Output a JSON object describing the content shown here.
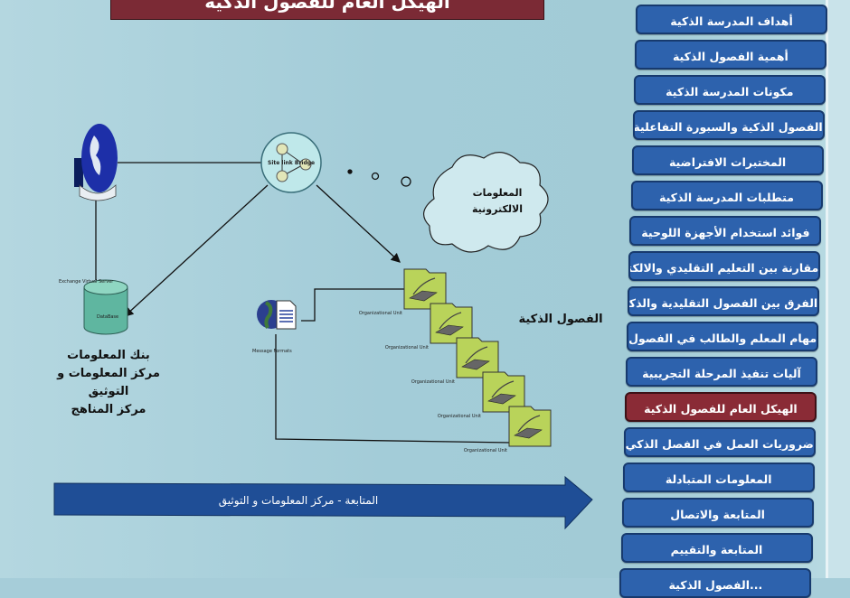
{
  "title": "الهيكل العام للفصول الذكية",
  "menu": {
    "items": [
      {
        "label": "أهداف المدرسة الذكية"
      },
      {
        "label": "أهمية الفصول الذكية"
      },
      {
        "label": "مكونات المدرسة الذكية"
      },
      {
        "label": "الفصول الذكية والسبورة التفاعلية"
      },
      {
        "label": "المختبرات الافتراضية"
      },
      {
        "label": "متطلبات المدرسة الذكية"
      },
      {
        "label": "فوائد استخدام الأجهزة اللوحية"
      },
      {
        "label": "مقارنة بين التعليم التقليدي والالكتروني"
      },
      {
        "label": "الفرق بين الفصول التقليدية والذكية"
      },
      {
        "label": "مهام المعلم والطالب في الفصول الذكية"
      },
      {
        "label": "آليات تنفيذ المرحلة التجريبية"
      },
      {
        "label": "الهيكل العام للفصول الذكية",
        "active": true
      },
      {
        "label": "ضروريات العمل في الفصل الذكي"
      },
      {
        "label": "المعلومات المتبادلة"
      },
      {
        "label": "المتابعة والاتصال"
      },
      {
        "label": "المتابعة والتقييم"
      },
      {
        "label": "...الفصول الذكية"
      }
    ]
  },
  "diagram": {
    "hub_label": "Site link Bridge",
    "server_label": "Exchange Virtual Server",
    "database_label": "DataBase",
    "message_label": "Message Formats",
    "folder_label": "Organizational Unit",
    "cloud_text": [
      "المعلومات",
      "الالكترونية"
    ],
    "classes_label": "الفصول الذكية",
    "bank_text": [
      "بنك المعلومات",
      "مركز المعلومات و التوثيق",
      "مركز المناهج"
    ],
    "arrow_text": "المتابعة - مركز المعلومات و التوثيق"
  },
  "colors": {
    "menu_blue": "#2d62ad",
    "menu_active": "#8a2b36",
    "arrow_blue": "#1f4e96"
  }
}
